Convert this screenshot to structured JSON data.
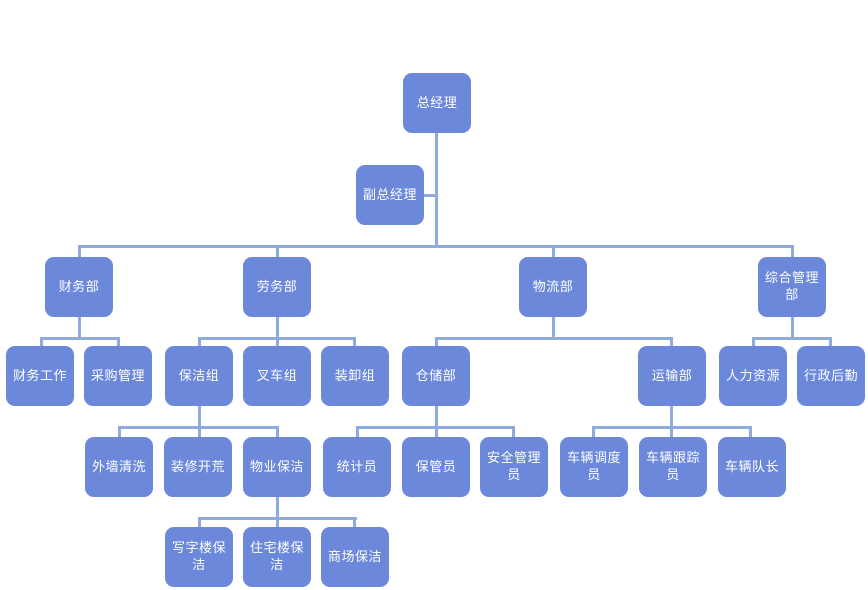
{
  "chart_data": {
    "type": "diagram",
    "diagram_type": "organization-chart",
    "title": "",
    "orientation": "top-down",
    "colors": {
      "node_fill": "#6B88DB",
      "node_text": "#FFFFFF",
      "connector": "#8FAADC",
      "background": "#FFFFFF"
    },
    "levels": [
      [
        "总经理"
      ],
      [
        "副总经理"
      ],
      [
        "财务部",
        "劳务部",
        "物流部",
        "综合管理部"
      ],
      [
        "财务工作",
        "采购管理",
        "保洁组",
        "叉车组",
        "装卸组",
        "仓储部",
        "运输部",
        "人力资源",
        "行政后勤"
      ],
      [
        "外墙清洗",
        "装修开荒",
        "物业保洁",
        "统计员",
        "保管员",
        "安全管理员",
        "车辆调度员",
        "车辆跟踪员",
        "车辆队长"
      ],
      [
        "写字楼保洁",
        "住宅楼保洁",
        "商场保洁"
      ]
    ],
    "edges": [
      {
        "from": "总经理",
        "to": "副总经理"
      },
      {
        "from": "总经理",
        "to": "财务部"
      },
      {
        "from": "总经理",
        "to": "劳务部"
      },
      {
        "from": "总经理",
        "to": "物流部"
      },
      {
        "from": "总经理",
        "to": "综合管理部"
      },
      {
        "from": "财务部",
        "to": "财务工作"
      },
      {
        "from": "财务部",
        "to": "采购管理"
      },
      {
        "from": "劳务部",
        "to": "保洁组"
      },
      {
        "from": "劳务部",
        "to": "叉车组"
      },
      {
        "from": "劳务部",
        "to": "装卸组"
      },
      {
        "from": "物流部",
        "to": "仓储部"
      },
      {
        "from": "物流部",
        "to": "运输部"
      },
      {
        "from": "综合管理部",
        "to": "人力资源"
      },
      {
        "from": "综合管理部",
        "to": "行政后勤"
      },
      {
        "from": "保洁组",
        "to": "外墙清洗"
      },
      {
        "from": "保洁组",
        "to": "装修开荒"
      },
      {
        "from": "保洁组",
        "to": "物业保洁"
      },
      {
        "from": "仓储部",
        "to": "统计员"
      },
      {
        "from": "仓储部",
        "to": "保管员"
      },
      {
        "from": "仓储部",
        "to": "安全管理员"
      },
      {
        "from": "运输部",
        "to": "车辆调度员"
      },
      {
        "from": "运输部",
        "to": "车辆跟踪员"
      },
      {
        "from": "运输部",
        "to": "车辆队长"
      },
      {
        "from": "物业保洁",
        "to": "写字楼保洁"
      },
      {
        "from": "物业保洁",
        "to": "住宅楼保洁"
      },
      {
        "from": "物业保洁",
        "to": "商场保洁"
      }
    ]
  },
  "nodes": {
    "general_manager": "总经理",
    "deputy_general_manager": "副总经理",
    "finance_dept": "财务部",
    "labor_dept": "劳务部",
    "logistics_dept": "物流部",
    "general_admin_dept": "综合管理部",
    "finance_work": "财务工作",
    "purchasing_mgmt": "采购管理",
    "cleaning_group": "保洁组",
    "forklift_group": "叉车组",
    "loading_group": "装卸组",
    "warehouse_dept": "仓储部",
    "transport_dept": "运输部",
    "human_resources": "人力资源",
    "admin_logistics": "行政后勤",
    "exterior_wall_cleaning": "外墙清洗",
    "renovation_cleanup": "装修开荒",
    "property_cleaning": "物业保洁",
    "statistician": "统计员",
    "storekeeper": "保管员",
    "safety_manager": "安全管理员",
    "vehicle_dispatcher": "车辆调度员",
    "vehicle_tracker": "车辆跟踪员",
    "fleet_captain": "车辆队长",
    "office_building_cleaning": "写字楼保洁",
    "residential_building_cleaning": "住宅楼保洁",
    "mall_cleaning": "商场保洁"
  }
}
